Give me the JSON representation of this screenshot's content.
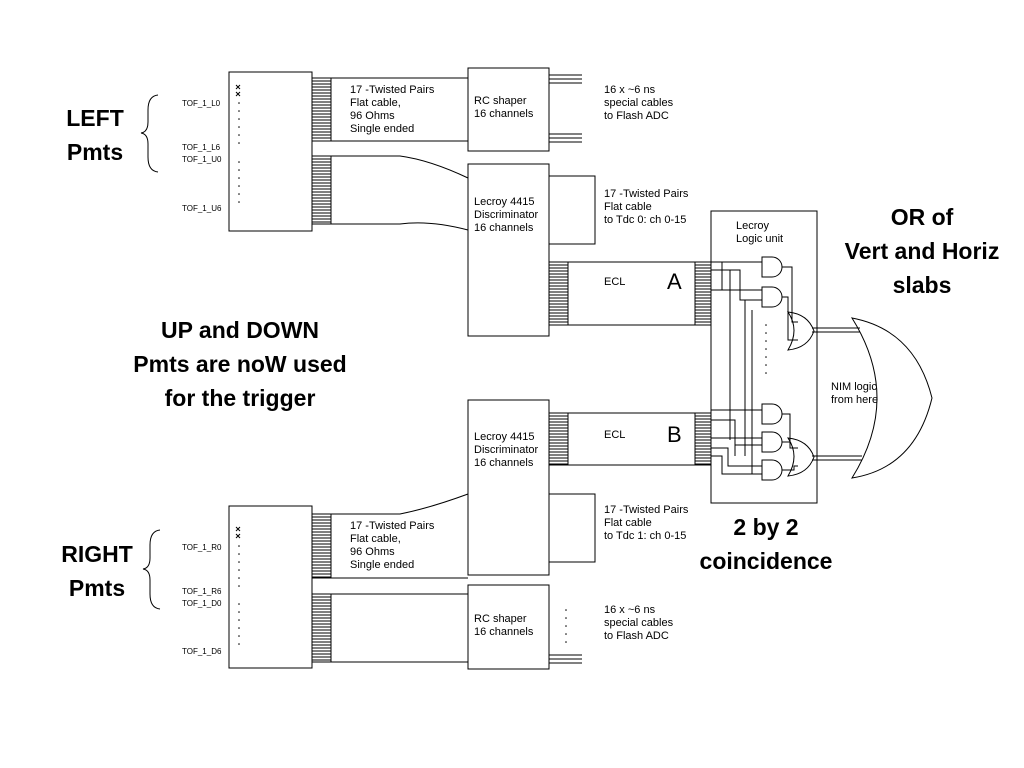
{
  "pmt_sides": {
    "left": {
      "label": "LEFT\nPmts",
      "tags": [
        "TOF_1_L0",
        "TOF_1_L6",
        "TOF_1_U0",
        "TOF_1_U6"
      ]
    },
    "right": {
      "label": "RIGHT\nPmts",
      "tags": [
        "TOF_1_R0",
        "TOF_1_R6",
        "TOF_1_D0",
        "TOF_1_D6"
      ]
    }
  },
  "cables": {
    "twisted_top": "17 -Twisted Pairs\nFlat cable,\n96 Ohms\nSingle ended",
    "twisted_bottom": "17 -Twisted Pairs\nFlat cable,\n96 Ohms\nSingle ended",
    "flash_top": "16 x ~6 ns\nspecial cables\nto Flash ADC",
    "flash_bottom": "16 x ~6 ns\nspecial cables\nto Flash ADC",
    "tdc_top": "17 -Twisted Pairs\nFlat cable\nto Tdc 0: ch 0-15",
    "tdc_bottom": "17 -Twisted Pairs\nFlat cable\nto Tdc 1: ch 0-15",
    "ecl_a": "ECL",
    "ecl_b": "ECL"
  },
  "modules": {
    "rc_shaper_top": "RC shaper\n16 channels",
    "rc_shaper_bottom": "RC shaper\n16 channels",
    "discriminator_top": "Lecroy 4415\nDiscriminator\n16 channels",
    "discriminator_bottom": "Lecroy 4415\nDiscriminator\n16 channels",
    "logic_unit": "Lecroy\nLogic unit",
    "nim_logic": "NIM logic\nfrom here"
  },
  "markers": {
    "a": "A",
    "b": "B"
  },
  "headings": {
    "or_slabs": "OR of\nVert and Horiz\nslabs",
    "up_down": "UP and DOWN\nPmts are noW used\nfor the trigger",
    "coincidence": "2 by 2\ncoincidence"
  }
}
